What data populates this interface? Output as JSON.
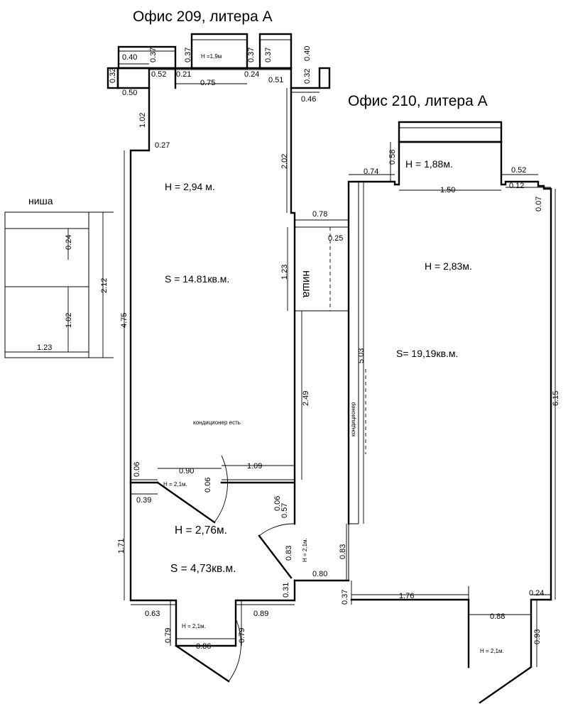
{
  "titles": {
    "office209": "Офис 209, литера А",
    "office210": "Офис 210, литера А"
  },
  "niche_detail": {
    "title": "ниша",
    "dims": {
      "d024": "0.24",
      "d212": "2.12",
      "d102": "1.02",
      "d123": "1.23"
    }
  },
  "office209": {
    "height": "H = 2,94 м.",
    "area": "S = 14.81кв.м.",
    "ac_note": "кондиционер есть",
    "window_height": "H =1,9м",
    "niche_label": "ниша",
    "dims": {
      "t037a": "0.37",
      "t037b": "0.37",
      "t037c": "0.37",
      "t037d": "0.37",
      "t040a": "0.40",
      "t040b": "0.40",
      "t032a": "0.32",
      "t032b": "0.32",
      "t052": "0.52",
      "t021": "0.21",
      "t024": "0.24",
      "t051": "0.51",
      "t075": "0.75",
      "t050": "0.50",
      "t046": "0.46",
      "t102": "1.02",
      "t027": "0.27",
      "t202": "2.02",
      "t475": "4.75",
      "t078": "0.78",
      "t025": "0.25",
      "t123": "1.23",
      "t249": "2.49",
      "t006a": "0.06",
      "t090": "0.90",
      "t109": "1.09",
      "t039": "0.39",
      "t006b": "0.06"
    }
  },
  "hallway": {
    "height": "H = 2,76м.",
    "area": "S = 4,73кв.м.",
    "door_h1": "H = 2,1м.",
    "door_h2": "H = 2,1м.",
    "door_h3": "H = 2,1м.",
    "dims": {
      "h171": "1.71",
      "h006": "0.06",
      "h057": "0.57",
      "h083a": "0.83",
      "h083b": "0.83",
      "h080": "0.80",
      "h031": "0.31",
      "h063": "0.63",
      "h089": "0.89",
      "h079a": "0.79",
      "h079b": "0.79",
      "h086": "0.86"
    }
  },
  "office210": {
    "height": "H = 2,83м.",
    "area": "S= 19,19кв.м.",
    "ac_note": "кондиционер",
    "window_height": "H = 1,88м.",
    "door_height": "H = 2,1м.",
    "dims": {
      "r058": "0.58",
      "r074": "0.74",
      "r052": "0.52",
      "r150": "1.50",
      "r012": "0.12",
      "r007": "0.07",
      "r503": "5.03",
      "r615": "6.15",
      "r037": "0.37",
      "r176": "1.76",
      "r024": "0.24",
      "r088": "0.88",
      "r093": "0.93"
    }
  }
}
